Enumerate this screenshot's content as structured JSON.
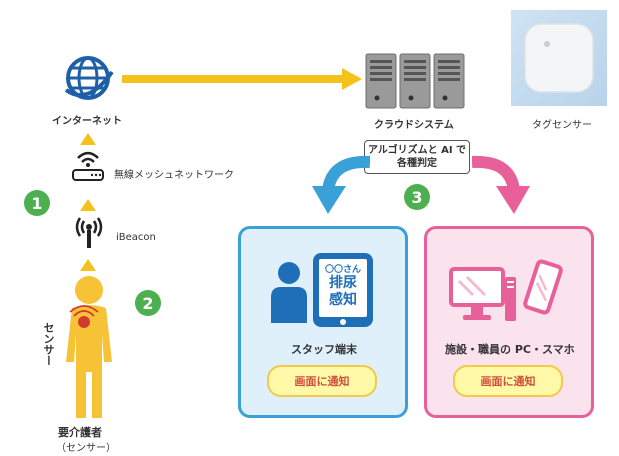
{
  "nodes": {
    "internet_label": "インターネット",
    "mesh_label": "無線メッシュネットワーク",
    "ibeacon_label": "iBeacon",
    "cloud_label": "クラウドシステム",
    "tag_sensor_label": "タグセンサー",
    "algo_line1": "アルゴリズムと AI で",
    "algo_line2": "各種判定",
    "sensor_vertical": "センサー",
    "person_line1": "要介護者",
    "person_line2": "（センサー）"
  },
  "steps": [
    "1",
    "2",
    "3"
  ],
  "staff_panel": {
    "title": "スタッフ端末",
    "tablet_line1": "〇〇さん",
    "tablet_line2": "排尿",
    "tablet_line3": "感知",
    "button": "画面に通知"
  },
  "facility_panel": {
    "title": "施設・職員の PC・スマホ",
    "button": "画面に通知"
  },
  "colors": {
    "arrow_yellow": "#f4c21b",
    "step_green": "#4caf50",
    "staff_blue": "#3aa0d8",
    "facility_pink": "#e8609a"
  }
}
